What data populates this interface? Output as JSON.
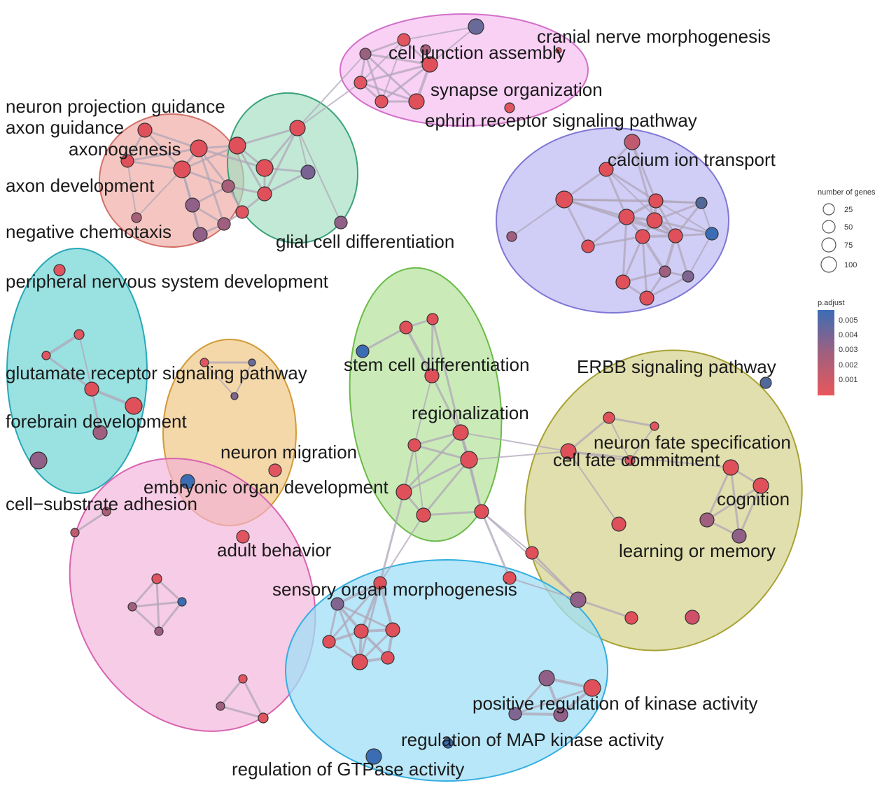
{
  "labels": {
    "cranial_nerve_morphogenesis": "cranial nerve morphogenesis",
    "cell_junction_assembly": "cell junction assembly",
    "synapse_organization": "synapse organization",
    "ephrin_receptor_signaling_pathway": "ephrin receptor signaling pathway",
    "neuron_projection_guidance": "neuron projection guidance",
    "axon_guidance": "axon guidance",
    "axonogenesis": "axonogenesis",
    "axon_development": "axon development",
    "negative_chemotaxis": "negative chemotaxis",
    "glial_cell_differentiation": "glial cell differentiation",
    "calcium_ion_transport": "calcium ion transport",
    "peripheral_nervous_system_development": "peripheral nervous system development",
    "glutamate_receptor_signaling_pathway": "glutamate receptor signaling pathway",
    "stem_cell_differentiation": "stem cell differentiation",
    "erbb_signaling_pathway": "ERBB signaling pathway",
    "forebrain_development": "forebrain development",
    "regionalization": "regionalization",
    "neuron_fate_specification": "neuron fate specification",
    "cell_fate_commitment": "cell fate commitment",
    "neuron_migration": "neuron migration",
    "embryonic_organ_development": "embryonic organ development",
    "cognition": "cognition",
    "cell_substrate_adhesion": "cell−substrate adhesion",
    "learning_or_memory": "learning or memory",
    "adult_behavior": "adult behavior",
    "sensory_organ_morphogenesis": "sensory organ morphogenesis",
    "positive_regulation_of_kinase_activity": "positive regulation of kinase activity",
    "regulation_of_map_kinase_activity": "regulation of MAP kinase activity",
    "regulation_of_gtpase_activity": "regulation of GTPase activity"
  },
  "size_legend": {
    "title": "number of genes",
    "items": [
      "25",
      "50",
      "75",
      "100"
    ]
  },
  "color_legend": {
    "title": "p.adjust",
    "ticks": [
      "0.005",
      "0.004",
      "0.003",
      "0.002",
      "0.001"
    ],
    "colors": {
      "low": "#e8575a",
      "high": "#3b6db5"
    }
  }
}
